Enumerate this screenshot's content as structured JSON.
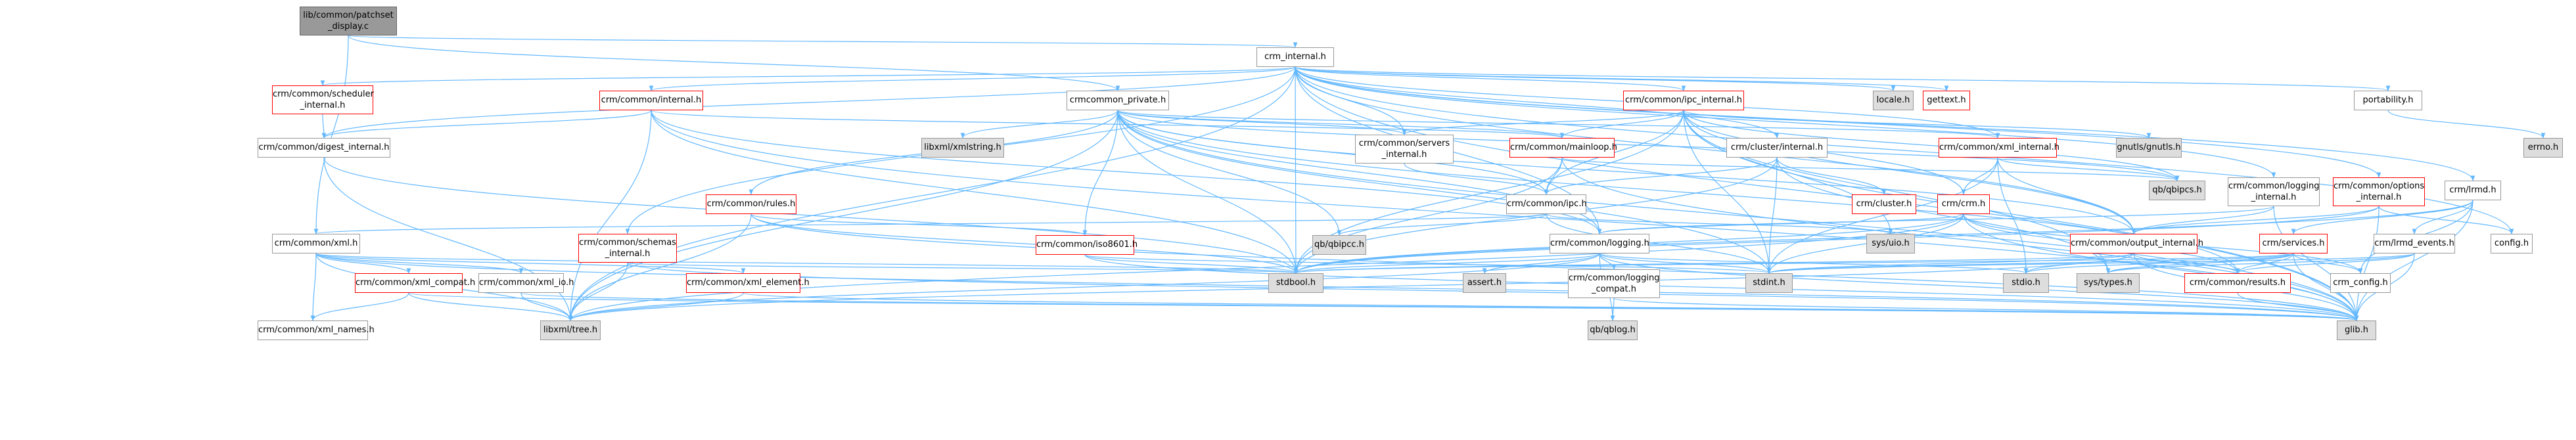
{
  "colors": {
    "edge": "#63b8ff",
    "red_border": "#ff0000",
    "root_fill": "#999999",
    "system_fill": "#dddddd"
  },
  "nodes": {
    "display": {
      "lines": [
        "lib/common/patchset",
        "_display.c"
      ]
    },
    "crm_internal": {
      "lines": [
        "crm_internal.h"
      ]
    },
    "sched_int": {
      "lines": [
        "crm/common/scheduler",
        "_internal.h"
      ]
    },
    "common_int": {
      "lines": [
        "crm/common/internal.h"
      ]
    },
    "crmcommon_priv": {
      "lines": [
        "crmcommon_private.h"
      ]
    },
    "ipc_int": {
      "lines": [
        "crm/common/ipc_internal.h"
      ]
    },
    "locale": {
      "lines": [
        "locale.h"
      ]
    },
    "gettext": {
      "lines": [
        "gettext.h"
      ]
    },
    "portability": {
      "lines": [
        "portability.h"
      ]
    },
    "errno": {
      "lines": [
        "errno.h"
      ]
    },
    "digest_int": {
      "lines": [
        "crm/common/digest_internal.h"
      ]
    },
    "libxmlstring": {
      "lines": [
        "libxml/xmlstring.h"
      ]
    },
    "servers_int": {
      "lines": [
        "crm/common/servers",
        "_internal.h"
      ]
    },
    "mainloop": {
      "lines": [
        "crm/common/mainloop.h"
      ]
    },
    "cluster_int": {
      "lines": [
        "crm/cluster/internal.h"
      ]
    },
    "xml_internal": {
      "lines": [
        "crm/common/xml_internal.h"
      ]
    },
    "gnutls": {
      "lines": [
        "gnutls/gnutls.h"
      ]
    },
    "qbipcs": {
      "lines": [
        "qb/qbipcs.h"
      ]
    },
    "logging_int": {
      "lines": [
        "crm/common/logging",
        "_internal.h"
      ]
    },
    "options_int": {
      "lines": [
        "crm/common/options",
        "_internal.h"
      ]
    },
    "lrmd": {
      "lines": [
        "crm/lrmd.h"
      ]
    },
    "rules": {
      "lines": [
        "crm/common/rules.h"
      ]
    },
    "ipc": {
      "lines": [
        "crm/common/ipc.h"
      ]
    },
    "crm_cluster": {
      "lines": [
        "crm/cluster.h"
      ]
    },
    "crm_h": {
      "lines": [
        "crm/crm.h"
      ]
    },
    "config": {
      "lines": [
        "config.h"
      ]
    },
    "xml": {
      "lines": [
        "crm/common/xml.h"
      ]
    },
    "schemas_int": {
      "lines": [
        "crm/common/schemas",
        "_internal.h"
      ]
    },
    "iso8601": {
      "lines": [
        "crm/common/iso8601.h"
      ]
    },
    "qbipcc": {
      "lines": [
        "qb/qbipcc.h"
      ]
    },
    "logging": {
      "lines": [
        "crm/common/logging.h"
      ]
    },
    "sysuio": {
      "lines": [
        "sys/uio.h"
      ]
    },
    "output_int": {
      "lines": [
        "crm/common/output_internal.h"
      ]
    },
    "services": {
      "lines": [
        "crm/services.h"
      ]
    },
    "lrmd_events": {
      "lines": [
        "crm/lrmd_events.h"
      ]
    },
    "xml_compat": {
      "lines": [
        "crm/common/xml_compat.h"
      ]
    },
    "xml_io": {
      "lines": [
        "crm/common/xml_io.h"
      ]
    },
    "xml_element": {
      "lines": [
        "crm/common/xml_element.h"
      ]
    },
    "stdbool": {
      "lines": [
        "stdbool.h"
      ]
    },
    "assert": {
      "lines": [
        "assert.h"
      ]
    },
    "logging_compat": {
      "lines": [
        "crm/common/logging",
        "_compat.h"
      ]
    },
    "stdint": {
      "lines": [
        "stdint.h"
      ]
    },
    "stdio": {
      "lines": [
        "stdio.h"
      ]
    },
    "systypes": {
      "lines": [
        "sys/types.h"
      ]
    },
    "results": {
      "lines": [
        "crm/common/results.h"
      ]
    },
    "crm_config": {
      "lines": [
        "crm_config.h"
      ]
    },
    "xml_names": {
      "lines": [
        "crm/common/xml_names.h"
      ]
    },
    "libxmltree": {
      "lines": [
        "libxml/tree.h"
      ]
    },
    "qblog": {
      "lines": [
        "qb/qblog.h"
      ]
    },
    "glib": {
      "lines": [
        "glib.h"
      ]
    }
  },
  "edges": [
    [
      "display",
      "crm_internal"
    ],
    [
      "display",
      "crmcommon_priv"
    ],
    [
      "display",
      "xml"
    ],
    [
      "crm_internal",
      "sched_int"
    ],
    [
      "crm_internal",
      "common_int"
    ],
    [
      "crm_internal",
      "ipc_int"
    ],
    [
      "crm_internal",
      "locale"
    ],
    [
      "crm_internal",
      "gettext"
    ],
    [
      "crm_internal",
      "portability"
    ],
    [
      "crm_internal",
      "digest_int"
    ],
    [
      "crm_internal",
      "servers_int"
    ],
    [
      "crm_internal",
      "cluster_int"
    ],
    [
      "crm_internal",
      "xml_internal"
    ],
    [
      "crm_internal",
      "logging_int"
    ],
    [
      "crm_internal",
      "options_int"
    ],
    [
      "crm_internal",
      "lrmd"
    ],
    [
      "crm_internal",
      "schemas_int"
    ],
    [
      "crm_internal",
      "output_int"
    ],
    [
      "crm_internal",
      "glib"
    ],
    [
      "crm_internal",
      "libxmltree"
    ],
    [
      "crm_internal",
      "stdbool"
    ],
    [
      "crm_internal",
      "config"
    ],
    [
      "crm_internal",
      "logging"
    ],
    [
      "portability",
      "errno"
    ],
    [
      "sched_int",
      "digest_int"
    ],
    [
      "common_int",
      "digest_int"
    ],
    [
      "common_int",
      "mainloop"
    ],
    [
      "common_int",
      "libxmltree"
    ],
    [
      "common_int",
      "stdbool"
    ],
    [
      "common_int",
      "glib"
    ],
    [
      "common_int",
      "logging"
    ],
    [
      "crmcommon_priv",
      "libxmlstring"
    ],
    [
      "crmcommon_priv",
      "servers_int"
    ],
    [
      "crmcommon_priv",
      "mainloop"
    ],
    [
      "crmcommon_priv",
      "xml_internal"
    ],
    [
      "crmcommon_priv",
      "rules"
    ],
    [
      "crmcommon_priv",
      "ipc"
    ],
    [
      "crmcommon_priv",
      "iso8601"
    ],
    [
      "crmcommon_priv",
      "qbipcc"
    ],
    [
      "crmcommon_priv",
      "logging"
    ],
    [
      "crmcommon_priv",
      "output_int"
    ],
    [
      "crmcommon_priv",
      "stdbool"
    ],
    [
      "crmcommon_priv",
      "stdint"
    ],
    [
      "crmcommon_priv",
      "libxmltree"
    ],
    [
      "crmcommon_priv",
      "glib"
    ],
    [
      "crmcommon_priv",
      "qbipcs"
    ],
    [
      "crmcommon_priv",
      "results"
    ],
    [
      "ipc_int",
      "gnutls"
    ],
    [
      "ipc_int",
      "qbipcs"
    ],
    [
      "ipc_int",
      "sysuio"
    ],
    [
      "ipc_int",
      "servers_int"
    ],
    [
      "ipc_int",
      "crm_h"
    ],
    [
      "ipc_int",
      "ipc"
    ],
    [
      "ipc_int",
      "output_int"
    ],
    [
      "ipc_int",
      "stdbool"
    ],
    [
      "ipc_int",
      "stdint"
    ],
    [
      "ipc_int",
      "systypes"
    ],
    [
      "ipc_int",
      "glib"
    ],
    [
      "ipc_int",
      "mainloop"
    ],
    [
      "digest_int",
      "libxmltree"
    ],
    [
      "digest_int",
      "stdbool"
    ],
    [
      "servers_int",
      "ipc"
    ],
    [
      "mainloop",
      "ipc"
    ],
    [
      "mainloop",
      "stdbool"
    ],
    [
      "mainloop",
      "glib"
    ],
    [
      "mainloop",
      "qbipcs"
    ],
    [
      "cluster_int",
      "crm_cluster"
    ],
    [
      "cluster_int",
      "ipc"
    ],
    [
      "cluster_int",
      "stdint"
    ],
    [
      "cluster_int",
      "stdbool"
    ],
    [
      "cluster_int",
      "systypes"
    ],
    [
      "xml_internal",
      "crm_h"
    ],
    [
      "xml_internal",
      "output_int"
    ],
    [
      "xml_internal",
      "stdio"
    ],
    [
      "xml_internal",
      "stdint"
    ],
    [
      "xml_internal",
      "qbipcs"
    ],
    [
      "logging_int",
      "logging"
    ],
    [
      "logging_int",
      "output_int"
    ],
    [
      "logging_int",
      "glib"
    ],
    [
      "options_int",
      "config"
    ],
    [
      "options_int",
      "output_int"
    ],
    [
      "options_int",
      "glib"
    ],
    [
      "options_int",
      "stdbool"
    ],
    [
      "lrmd",
      "services"
    ],
    [
      "lrmd",
      "lrmd_events"
    ],
    [
      "lrmd",
      "crm_config"
    ],
    [
      "lrmd",
      "stdbool"
    ],
    [
      "lrmd",
      "glib"
    ],
    [
      "rules",
      "iso8601"
    ],
    [
      "rules",
      "stdbool"
    ],
    [
      "rules",
      "glib"
    ],
    [
      "rules",
      "libxmltree"
    ],
    [
      "ipc",
      "sysuio"
    ],
    [
      "ipc",
      "xml"
    ],
    [
      "ipc",
      "stdint"
    ],
    [
      "ipc",
      "qbipcc"
    ],
    [
      "crm_h",
      "logging"
    ],
    [
      "crm_h",
      "stdbool"
    ],
    [
      "crm_h",
      "stdint"
    ],
    [
      "crm_h",
      "results"
    ],
    [
      "crm_h",
      "crm_config"
    ],
    [
      "crm_h",
      "glib"
    ],
    [
      "crm_h",
      "libxmltree"
    ],
    [
      "xml",
      "xml_compat"
    ],
    [
      "xml",
      "xml_io"
    ],
    [
      "xml",
      "xml_element"
    ],
    [
      "xml",
      "xml_names"
    ],
    [
      "xml",
      "libxmltree"
    ],
    [
      "xml",
      "stdbool"
    ],
    [
      "xml",
      "glib"
    ],
    [
      "schemas_int",
      "stdbool"
    ],
    [
      "schemas_int",
      "glib"
    ],
    [
      "schemas_int",
      "libxmltree"
    ],
    [
      "iso8601",
      "stdbool"
    ],
    [
      "iso8601",
      "stdint"
    ],
    [
      "iso8601",
      "glib"
    ],
    [
      "logging",
      "stdbool"
    ],
    [
      "logging",
      "stdint"
    ],
    [
      "logging",
      "assert"
    ],
    [
      "logging",
      "logging_compat"
    ],
    [
      "logging",
      "glib"
    ],
    [
      "logging",
      "qblog"
    ],
    [
      "logging",
      "libxmltree"
    ],
    [
      "logging",
      "stdio"
    ],
    [
      "output_int",
      "stdbool"
    ],
    [
      "output_int",
      "stdio"
    ],
    [
      "output_int",
      "libxmltree"
    ],
    [
      "output_int",
      "glib"
    ],
    [
      "output_int",
      "results"
    ],
    [
      "output_int",
      "stdint"
    ],
    [
      "services",
      "results"
    ],
    [
      "services",
      "crm_config"
    ],
    [
      "services",
      "glib"
    ],
    [
      "services",
      "stdbool"
    ],
    [
      "services",
      "stdio"
    ],
    [
      "services",
      "stdint"
    ],
    [
      "services",
      "systypes"
    ],
    [
      "lrmd_events",
      "results"
    ],
    [
      "lrmd_events",
      "stdint"
    ],
    [
      "lrmd_events",
      "glib"
    ],
    [
      "lrmd_events",
      "systypes"
    ],
    [
      "xml_compat",
      "xml_names"
    ],
    [
      "xml_compat",
      "libxmltree"
    ],
    [
      "xml_compat",
      "glib"
    ],
    [
      "xml_io",
      "libxmltree"
    ],
    [
      "xml_io",
      "glib"
    ],
    [
      "xml_element",
      "libxmltree"
    ],
    [
      "xml_element",
      "glib"
    ],
    [
      "logging_compat",
      "qblog"
    ],
    [
      "logging_compat",
      "glib"
    ],
    [
      "results",
      "glib"
    ]
  ]
}
